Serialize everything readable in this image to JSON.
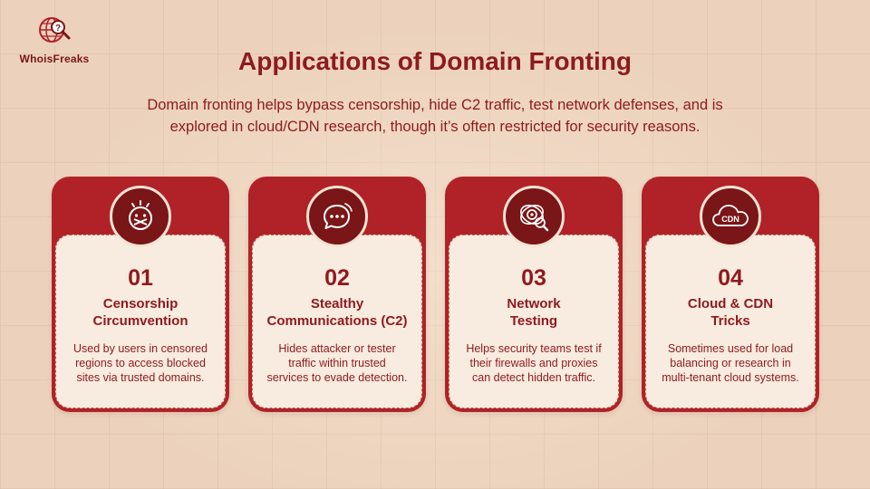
{
  "brand": {
    "name": "WhoisFreaks",
    "logo_icon": "globe-magnifier-icon"
  },
  "title": "Applications of Domain Fronting",
  "subtitle_line1": "Domain fronting helps bypass censorship, hide C2 traffic, test network defenses, and is",
  "subtitle_line2": "explored in cloud/CDN research, though it’s often restricted for security reasons.",
  "colors": {
    "primary": "#8e1a1e",
    "card_header": "#b02227",
    "card_body": "#f8ebdf",
    "background": "#ecd2bc"
  },
  "cards": [
    {
      "number": "01",
      "title_line1": "Censorship",
      "title_line2": "Circumvention",
      "desc": [
        "Used by users in censored",
        "regions to access blocked",
        "sites via trusted domains."
      ],
      "icon": "censored-face-icon"
    },
    {
      "number": "02",
      "title_line1": "Stealthy",
      "title_line2": "Communications (C2)",
      "desc": [
        "Hides attacker or tester",
        "traffic within trusted",
        "services to evade detection."
      ],
      "icon": "chat-bubble-icon"
    },
    {
      "number": "03",
      "title_line1": "Network",
      "title_line2": "Testing",
      "desc": [
        "Helps security teams test if",
        "their firewalls and proxies",
        "can detect hidden traffic."
      ],
      "icon": "security-scan-icon"
    },
    {
      "number": "04",
      "title_line1": "Cloud & CDN",
      "title_line2": "Tricks",
      "desc": [
        "Sometimes used for load",
        "balancing or research in",
        "multi-tenant cloud systems."
      ],
      "icon": "cdn-cloud-icon"
    }
  ]
}
